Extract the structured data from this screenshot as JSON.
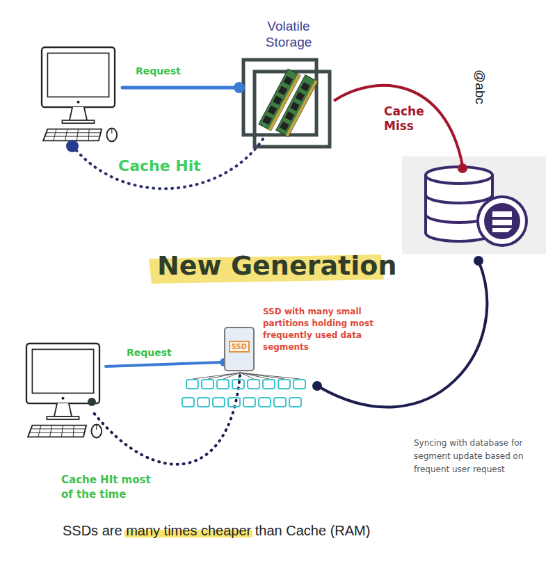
{
  "diagram": {
    "caption": "SSDs are many times cheaper than Cache (RAM)",
    "nodes": [
      {
        "text": [
          "Volatile Storage"
        ]
      },
      {
        "text": [
          "SSD"
        ]
      }
    ],
    "labels": [
      "Request",
      "Cache Miss",
      "Cache Hit",
      "@abc",
      "New Generation",
      "Request",
      "SSD with many small partitions holding most frequently used data segments",
      "Cache HIt most of the time",
      "Syncing with database for segment update based on frequent user request"
    ]
  }
}
